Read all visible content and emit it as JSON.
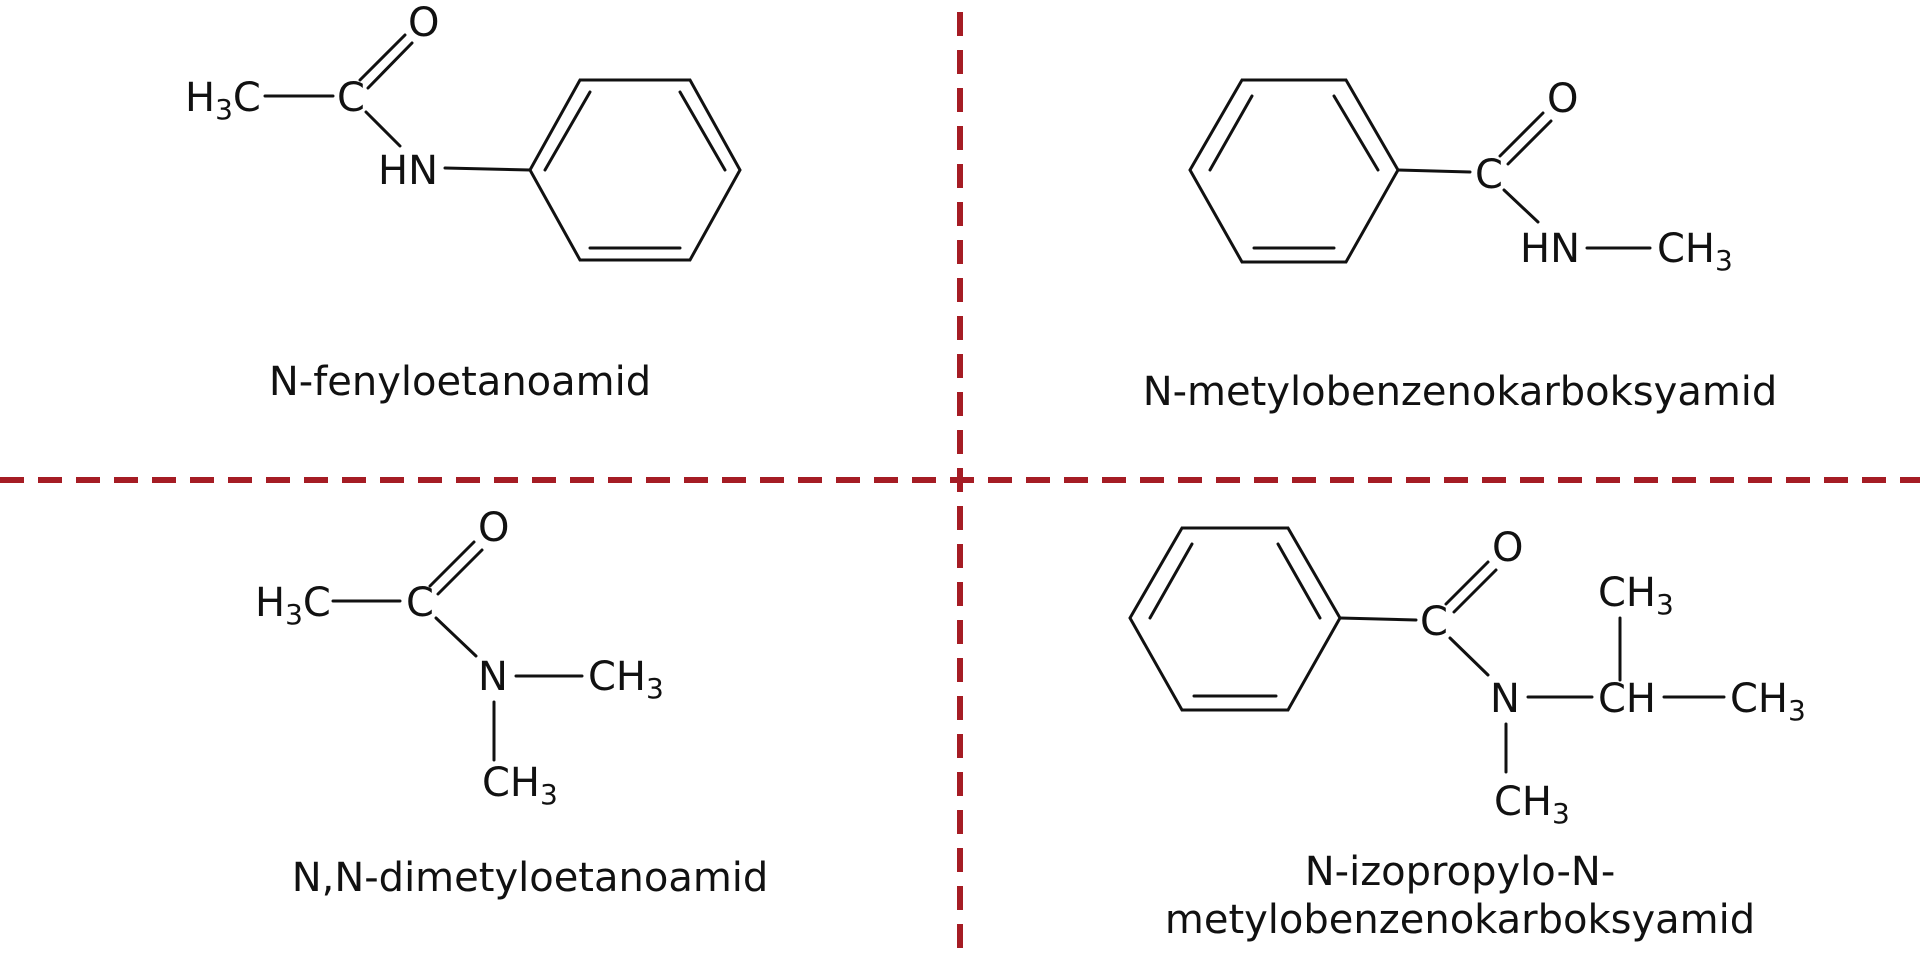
{
  "divider_color": "#a51c24",
  "quadrants": [
    {
      "name": "N-fenyloetanoamid",
      "atoms": {
        "ch3": "H",
        "ch3_sub": "3",
        "ch3_tail": "C",
        "c": "C",
        "o": "O",
        "nh": "HN"
      }
    },
    {
      "name": "N-metylobenzenokarboksyamid",
      "atoms": {
        "c": "C",
        "o": "O",
        "nh": "HN",
        "ch3": "CH",
        "ch3_sub": "3"
      }
    },
    {
      "name": "N,N-dimetyloetanoamid",
      "atoms": {
        "ch3a": "H",
        "ch3a_sub": "3",
        "ch3a_tail": "C",
        "c": "C",
        "o": "O",
        "n": "N",
        "ch3b": "CH",
        "ch3b_sub": "3",
        "ch3c": "CH",
        "ch3c_sub": "3"
      }
    },
    {
      "name_line1": "N-izopropylo-N-",
      "name_line2": "metylobenzenokarboksyamid",
      "atoms": {
        "c": "C",
        "o": "O",
        "n": "N",
        "ch": "CH",
        "ch3top": "CH",
        "ch3top_sub": "3",
        "ch3right": "CH",
        "ch3right_sub": "3",
        "ch3bottom": "CH",
        "ch3bottom_sub": "3"
      }
    }
  ]
}
